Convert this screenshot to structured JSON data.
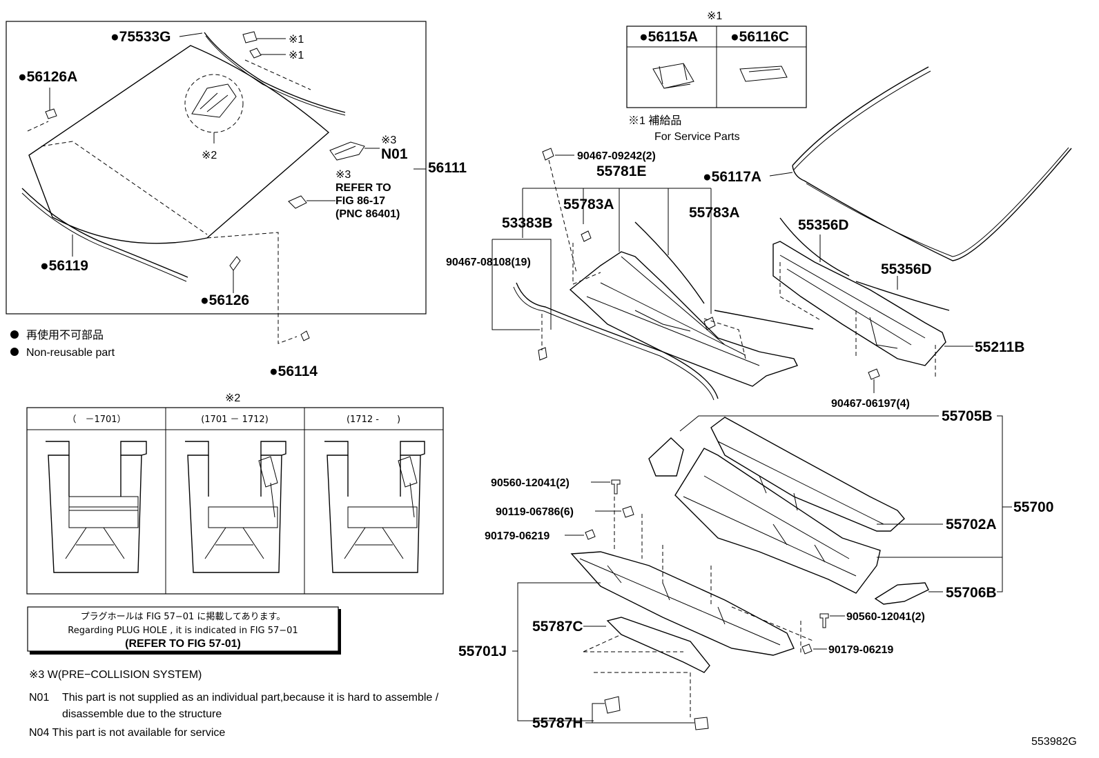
{
  "diagram_id": "553982G",
  "legend": {
    "non_reusable_jp": "再使用不可部品",
    "non_reusable_en": "Non-reusable part"
  },
  "service_box": {
    "mark": "※1",
    "col1": "●56115A",
    "col2": "●56116C",
    "note_jp": "※1 補給品",
    "note_en": "For Service Parts"
  },
  "windshield_group": {
    "labels": {
      "p75533G": "●75533G",
      "p56126A": "●56126A",
      "p56119": "●56119",
      "p56126": "●56126",
      "p56114": "●56114",
      "p56111": "56111",
      "star1a": "※1",
      "star1b": "※1",
      "star2": "※2",
      "star3a": "※3",
      "n01": "N01",
      "star3b": "※3",
      "refer1": "REFER TO",
      "refer2": "FIG 86-17",
      "refer3": "(PNC 86401)"
    }
  },
  "variant_table": {
    "mark": "※2",
    "headers": [
      "（　－1701）",
      "(1701 － 1712)",
      "(1712 -　　)"
    ]
  },
  "plug_note": {
    "jp": "プラグホールは FIG 57−01 に掲載してあります。",
    "en": "Regarding  PLUG  HOLE , it is indicated in FIG  57−01",
    "ref": "(REFER TO FIG 57-01)"
  },
  "footnotes": {
    "star3": "※3 W(PRE−COLLISION SYSTEM)",
    "n01_code": "N01",
    "n01_line1": "This part is not supplied as an individual part,because it is hard to assemble /",
    "n01_line2": "disassemble due to the structure",
    "n04": "N04 This part is not available for service"
  },
  "cowl_group": {
    "labels": {
      "p90467_09242": "90467-09242(2)",
      "p55781E": "55781E",
      "p55783A_1": "55783A",
      "p55783A_2": "55783A",
      "p53383B": "53383B",
      "p90467_08108": "90467-08108(19)",
      "p56117A": "●56117A",
      "p55356D_1": "55356D",
      "p55356D_2": "55356D",
      "p55211B": "55211B",
      "p90467_06197": "90467-06197(4)",
      "p55705B": "55705B",
      "p55700": "55700",
      "p55702A": "55702A",
      "p55706B": "55706B",
      "p90560_12041_a": "90560-12041(2)",
      "p90119_06786": "90119-06786(6)",
      "p90179_06219_a": "90179-06219",
      "p90560_12041_b": "90560-12041(2)",
      "p90179_06219_b": "90179-06219",
      "p55787C": "55787C",
      "p55701J": "55701J",
      "p55787H": "55787H"
    }
  }
}
